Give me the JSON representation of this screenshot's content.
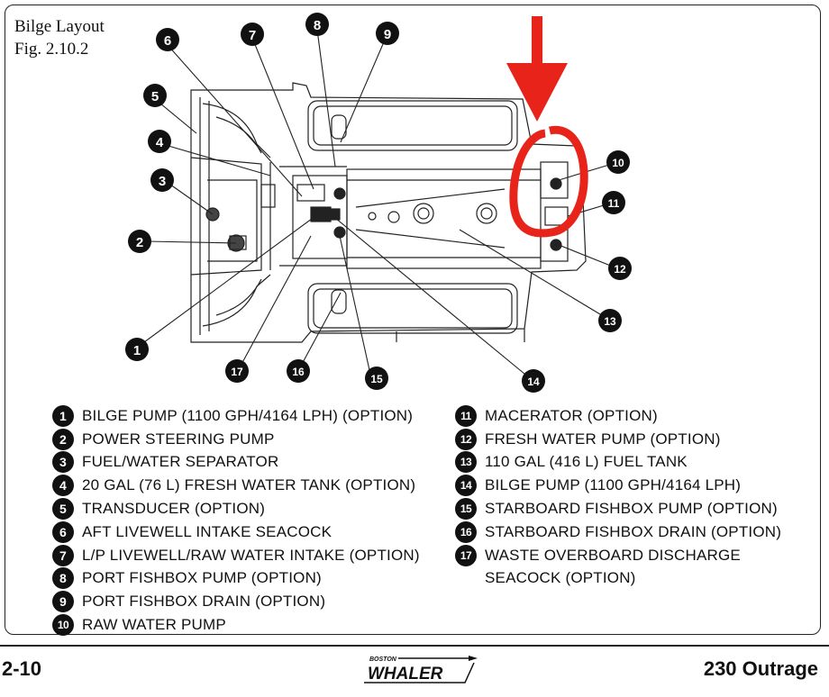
{
  "figure": {
    "title": "Bilge Layout",
    "fig_label": "Fig. 2.10.2"
  },
  "callouts": [
    "1",
    "2",
    "3",
    "4",
    "5",
    "6",
    "7",
    "8",
    "9",
    "10",
    "11",
    "12",
    "13",
    "14",
    "15",
    "16",
    "17"
  ],
  "legend": {
    "left": [
      {
        "num": "1",
        "text": "BILGE PUMP (1100 GPH/4164 LPH) (OPTION)"
      },
      {
        "num": "2",
        "text": "POWER STEERING PUMP"
      },
      {
        "num": "3",
        "text": "FUEL/WATER SEPARATOR"
      },
      {
        "num": "4",
        "text": "20 GAL (76 L) FRESH WATER TANK (OPTION)"
      },
      {
        "num": "5",
        "text": "TRANSDUCER (OPTION)"
      },
      {
        "num": "6",
        "text": "AFT LIVEWELL INTAKE SEACOCK"
      },
      {
        "num": "7",
        "text": "L/P LIVEWELL/RAW WATER INTAKE (OPTION)"
      },
      {
        "num": "8",
        "text": "PORT FISHBOX PUMP (OPTION)"
      },
      {
        "num": "9",
        "text": "PORT FISHBOX DRAIN (OPTION)"
      },
      {
        "num": "10",
        "text": "RAW WATER PUMP"
      }
    ],
    "right": [
      {
        "num": "11",
        "text": "MACERATOR (OPTION)"
      },
      {
        "num": "12",
        "text": "FRESH WATER PUMP (OPTION)"
      },
      {
        "num": "13",
        "text": "110 GAL (416 L) FUEL TANK"
      },
      {
        "num": "14",
        "text": "BILGE PUMP (1100 GPH/4164 LPH)"
      },
      {
        "num": "15",
        "text": "STARBOARD FISHBOX PUMP (OPTION)"
      },
      {
        "num": "16",
        "text": "STARBOARD FISHBOX DRAIN  (OPTION)"
      },
      {
        "num": "17",
        "text": "WASTE OVERBOARD DISCHARGE"
      }
    ],
    "right_continuation": "SEACOCK (OPTION)"
  },
  "footer": {
    "page_number": "2-10",
    "model": "230 Outrage",
    "logo_small": "BOSTON",
    "logo_main": "WHALER"
  },
  "colors": {
    "annotation_red": "#e8231a",
    "ink": "#111111"
  }
}
